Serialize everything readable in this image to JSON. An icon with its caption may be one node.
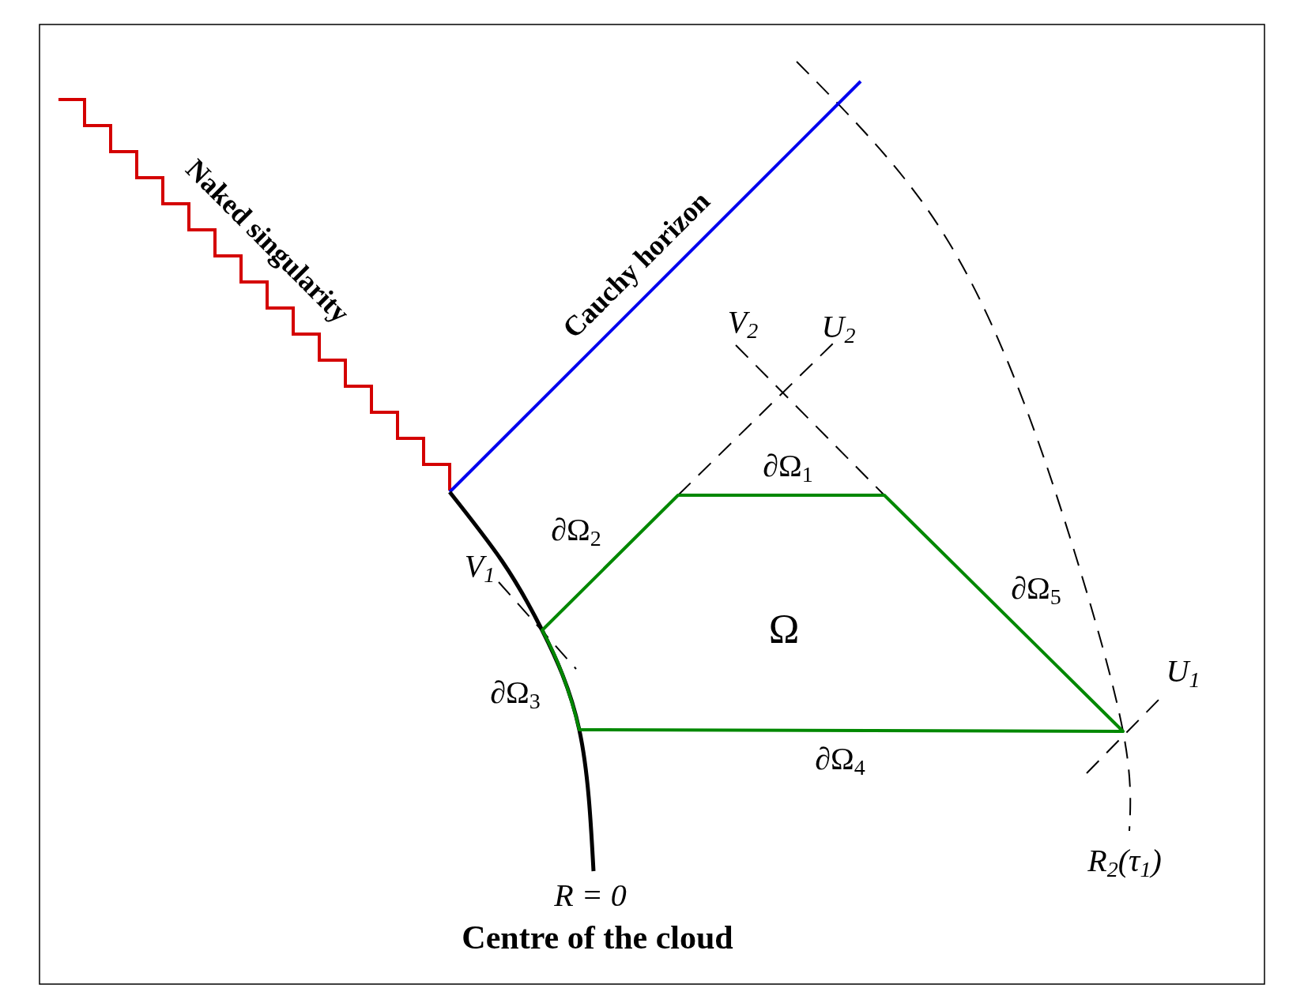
{
  "diagram": {
    "labels": [
      "Naked singularity",
      "Cauchy horizon",
      "V$_{2}$",
      "U$_{2}$",
      "∂Ω$_{1}$",
      "∂Ω$_{2}$",
      "V$_{1}$",
      "Ω",
      "∂Ω$_{5}$",
      "U$_{1}$",
      "∂Ω$_{3}$",
      "∂Ω$_{4}$",
      "R$_{2}$(τ$_{1}$)",
      "R = 0",
      "Centre of the cloud"
    ]
  }
}
